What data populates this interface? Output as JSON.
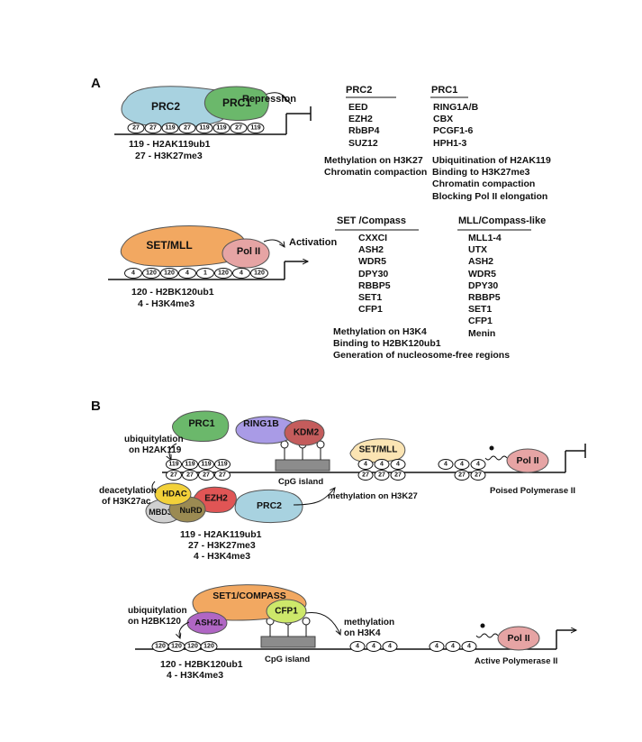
{
  "panels": {
    "a": "A",
    "b": "B"
  },
  "partA": {
    "top": {
      "complexes": {
        "prc2": "PRC2",
        "prc1": "PRC1"
      },
      "histones": [
        "27",
        "27",
        "119",
        "27",
        "119",
        "119",
        "27",
        "119"
      ],
      "action": "Repression",
      "legend": [
        "119 - H2AK119ub1",
        "27 - H3K27me3"
      ]
    },
    "prc2_table": {
      "header": "PRC2",
      "members": [
        "EED",
        "EZH2",
        "RbBP4",
        "SUZ12"
      ],
      "functions": [
        "Methylation on H3K27",
        "Chromatin compaction"
      ]
    },
    "prc1_table": {
      "header": "PRC1",
      "members": [
        "RING1A/B",
        "CBX",
        "PCGF1-6",
        "HPH1-3"
      ],
      "functions": [
        "Ubiquitination of H2AK119",
        "Binding to H3K27me3",
        "Chromatin compaction",
        "Blocking Pol II elongation"
      ]
    },
    "bottom": {
      "complexes": {
        "setmll": "SET/MLL",
        "pol2": "Pol II"
      },
      "histones": [
        "4",
        "120",
        "120",
        "4",
        "1",
        "120",
        "4",
        "120"
      ],
      "action": "Activation",
      "legend": [
        "120 - H2BK120ub1",
        "4 - H3K4me3"
      ]
    },
    "set_table": {
      "header": "SET /Compass",
      "members": [
        "CXXCI",
        "ASH2",
        "WDR5",
        "DPY30",
        "RBBP5",
        "SET1",
        "CFP1"
      ]
    },
    "mll_table": {
      "header": "MLL/Compass-like",
      "members": [
        "MLL1-4",
        "UTX",
        "ASH2",
        "WDR5",
        "DPY30",
        "RBBP5",
        "SET1",
        "CFP1",
        "Menin"
      ]
    },
    "mll_functions": [
      "Methylation on H3K4",
      "Binding to H2BK120ub1",
      "Generation of nucleosome-free regions"
    ]
  },
  "partB": {
    "poised": {
      "proteins": {
        "prc1": "PRC1",
        "ring1b": "RING1B",
        "kdm2": "KDM2",
        "setmll": "SET/MLL",
        "pol2": "Pol II",
        "hdac": "HDAC",
        "mbd3": "MBD3",
        "nurd": "NuRD",
        "ezh2": "EZH2",
        "prc2": "PRC2"
      },
      "ub_label": [
        "ubiquitylation",
        "on H2AK119"
      ],
      "deac_label": [
        "deacetylation",
        "of H3K27ac"
      ],
      "methyl_label": "methylation on H3K27",
      "cpg": "CpG island",
      "poised_label": "Poised Polymerase II",
      "row119": [
        "119",
        "119",
        "119",
        "119"
      ],
      "row27a": [
        "27",
        "27",
        "27",
        "27"
      ],
      "trio_top": [
        "4",
        "4",
        "4"
      ],
      "trio_bot": [
        "27",
        "27",
        "27"
      ],
      "right_top": [
        "4",
        "4",
        "4"
      ],
      "right_bot": [
        "27",
        "27"
      ],
      "legend": [
        "119 - H2AK119ub1",
        "27 - H3K27me3",
        "4 - H3K4me3"
      ]
    },
    "active": {
      "proteins": {
        "set1": "SET1/COMPASS",
        "ash2l": "ASH2L",
        "cfp1": "CFP1",
        "pol2": "Pol II"
      },
      "ub_label": [
        "ubiquitylation",
        "on H2BK120"
      ],
      "methyl_label": [
        "methylation",
        "on H3K4"
      ],
      "cpg": "CpG island",
      "active_label": "Active Polymerase II",
      "row120": [
        "120",
        "120",
        "120",
        "120"
      ],
      "mid4": [
        "4",
        "4",
        "4"
      ],
      "right4": [
        "4",
        "4",
        "4"
      ],
      "legend": [
        "120 - H2BK120ub1",
        "4 - H3K4me3"
      ]
    }
  }
}
